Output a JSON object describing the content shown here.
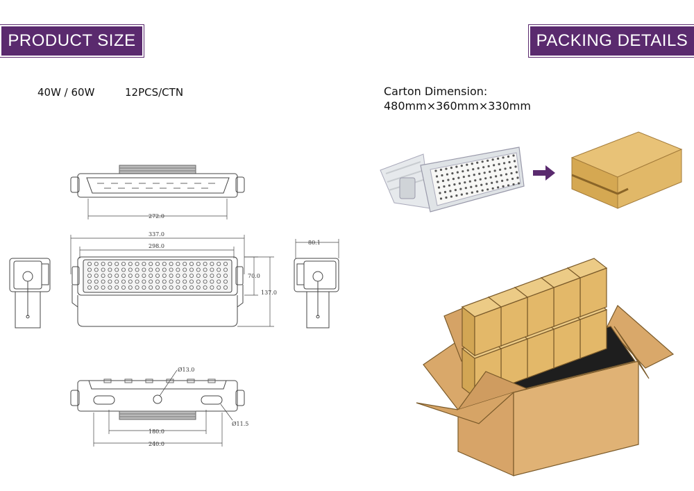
{
  "headers": {
    "product_size": "PRODUCT SIZE",
    "packing_details": "PACKING DETAILS"
  },
  "spec": {
    "power": "40W / 60W",
    "quantity": "12PCS/CTN"
  },
  "carton": {
    "title": "Carton Dimension:",
    "dimensions": "480mm×360mm×330mm"
  },
  "drawing_dims": {
    "d272": "272.0",
    "d337": "337.0",
    "d298": "298.0",
    "d70": "70.0",
    "d137": "137.0",
    "d80": "80.1",
    "d13": "Ø13.0",
    "d11": "Ø11.5",
    "d180": "180.0",
    "d240": "240.0"
  },
  "colors": {
    "banner": "#5a2a6e",
    "box": "#e3b869",
    "carton": "#d8a86a",
    "arrow": "#5a2a6e"
  }
}
